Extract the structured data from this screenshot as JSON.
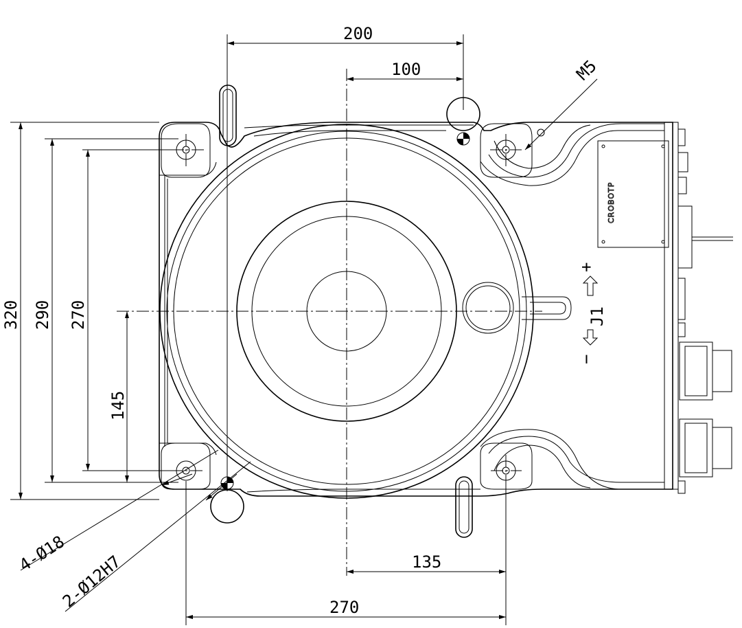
{
  "dimensions": {
    "dim_200": "200",
    "dim_100": "100",
    "dim_m5": "M5",
    "dim_320": "320",
    "dim_290": "290",
    "dim_270_vertical": "270",
    "dim_145": "145",
    "dim_135": "135",
    "dim_270_horizontal": "270",
    "hole_4_d18": "4-Ø18",
    "hole_2_d12h7": "2-Ø12H7"
  },
  "joint": {
    "label": "J1",
    "plus": "+",
    "minus": "−"
  },
  "logo_text": "CROBOTP"
}
